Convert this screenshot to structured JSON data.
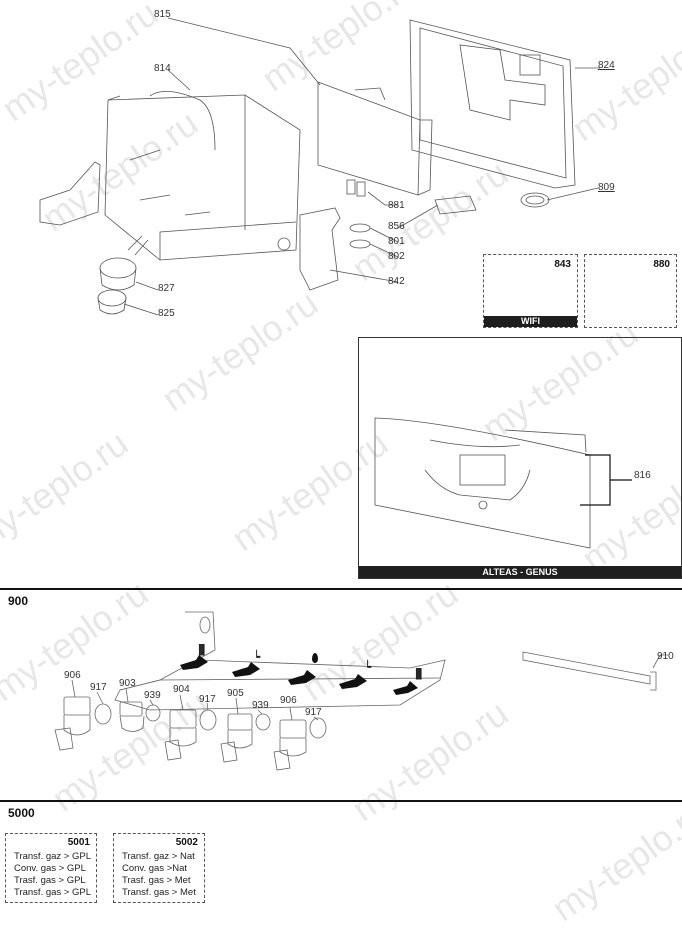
{
  "watermark": {
    "text": "my-teplo.ru"
  },
  "upper_section": {
    "callouts": [
      {
        "id": "815",
        "label": "815"
      },
      {
        "id": "814",
        "label": "814"
      },
      {
        "id": "824",
        "label": "824"
      },
      {
        "id": "809",
        "label": "809"
      },
      {
        "id": "881",
        "label": "881"
      },
      {
        "id": "856",
        "label": "856"
      },
      {
        "id": "801",
        "label": "801"
      },
      {
        "id": "802",
        "label": "802"
      },
      {
        "id": "842",
        "label": "842"
      },
      {
        "id": "827",
        "label": "827"
      },
      {
        "id": "825",
        "label": "825"
      }
    ],
    "option_boxes": [
      {
        "number": "843",
        "banner": "WIFI"
      },
      {
        "number": "880",
        "banner": ""
      }
    ]
  },
  "control_panel": {
    "callout": "816",
    "banner": "ALTEAS - GENUS"
  },
  "section_900": {
    "title": "900",
    "callouts": [
      {
        "label": "906"
      },
      {
        "label": "917"
      },
      {
        "label": "903"
      },
      {
        "label": "939"
      },
      {
        "label": "904"
      },
      {
        "label": "917"
      },
      {
        "label": "905"
      },
      {
        "label": "939"
      },
      {
        "label": "906"
      },
      {
        "label": "917"
      },
      {
        "label": "910"
      }
    ],
    "flow_icons": [
      "radiator-icon",
      "tap-icon",
      "gas-flame-icon",
      "tap-icon",
      "radiator-icon"
    ]
  },
  "section_5000": {
    "title": "5000",
    "kits": [
      {
        "number": "5001",
        "lines": [
          "Transf. gaz > GPL",
          "Conv. gas > GPL",
          "Trasf. gas > GPL",
          "Transf. gas > GPL"
        ]
      },
      {
        "number": "5002",
        "lines": [
          "Transf. gaz >  Nat",
          "Conv. gas >Nat",
          "Trasf. gas > Met",
          "Transf. gas > Met"
        ]
      }
    ]
  }
}
